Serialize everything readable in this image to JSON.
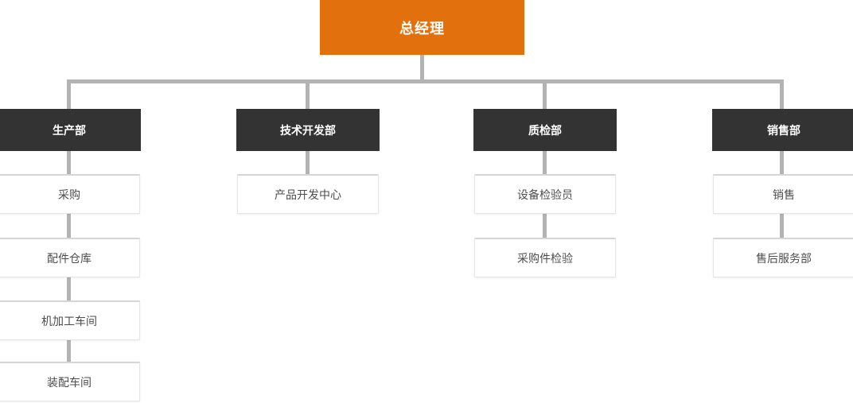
{
  "org": {
    "root": {
      "label": "总经理"
    },
    "departments": [
      {
        "label": "生产部",
        "children": [
          "采购",
          "配件仓库",
          "机加工车间",
          "装配车间"
        ]
      },
      {
        "label": "技术开发部",
        "children": [
          "产品开发中心"
        ]
      },
      {
        "label": "质检部",
        "children": [
          "设备检验员",
          "采购件检验"
        ]
      },
      {
        "label": "销售部",
        "children": [
          "销售",
          "售后服务部"
        ]
      }
    ],
    "colors": {
      "root_bg": "#e2710d",
      "root_text": "#ffffff",
      "dept_bg": "#333333",
      "dept_text": "#ffffff",
      "leaf_bg": "#ffffff",
      "leaf_border": "#e6e6e6",
      "leaf_text": "#4d4d4d",
      "connector": "#b3b3b3"
    }
  }
}
